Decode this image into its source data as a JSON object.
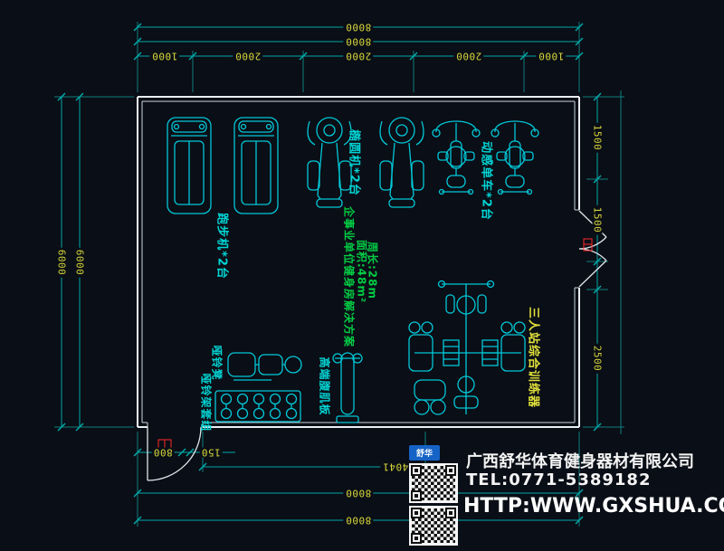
{
  "dimensions": {
    "top_overall_1": "8000",
    "top_overall_2": "8000",
    "top_segments": [
      "1000",
      "2000",
      "2000",
      "2000",
      "1000"
    ],
    "left": [
      "6000",
      "6000"
    ],
    "right_segments": [
      "1500",
      "1500",
      "2500"
    ],
    "bottom_small": [
      "800",
      "150"
    ],
    "bottom_mid": "4041",
    "bottom_overall_1": "8000",
    "bottom_overall_2": "8000"
  },
  "equipment_labels": {
    "treadmill": "跑步机*2台",
    "elliptical": "椭圆机*2台",
    "spin_bike": "动感单车*2台",
    "dumbbell_bench": "哑铃凳",
    "dumbbell_rack": "哑铃架套组",
    "ab_board": "高端腹肌板",
    "multi_trainer": "三人站综合训练器"
  },
  "plan_notes": {
    "title": "企事业单位健身房解决方案",
    "area": "面积:48m²",
    "perimeter": "周长:28m"
  },
  "company": {
    "logo_text": "舒华",
    "name": "广西舒华体育健身器材有限公司",
    "tel": "TEL:0771-5389182",
    "website": "HTTP:WWW.GXSHUA.COM"
  },
  "colors": {
    "background": "#0a0e16",
    "wall": "#e8eef2",
    "equipment": "#00c8d8",
    "dimension_line": "#00a8a8",
    "dimension_text": "#d6d63a",
    "note_green": "#00cc44",
    "label_yellow": "#e0e03a",
    "door_red": "#ff2a2a"
  }
}
